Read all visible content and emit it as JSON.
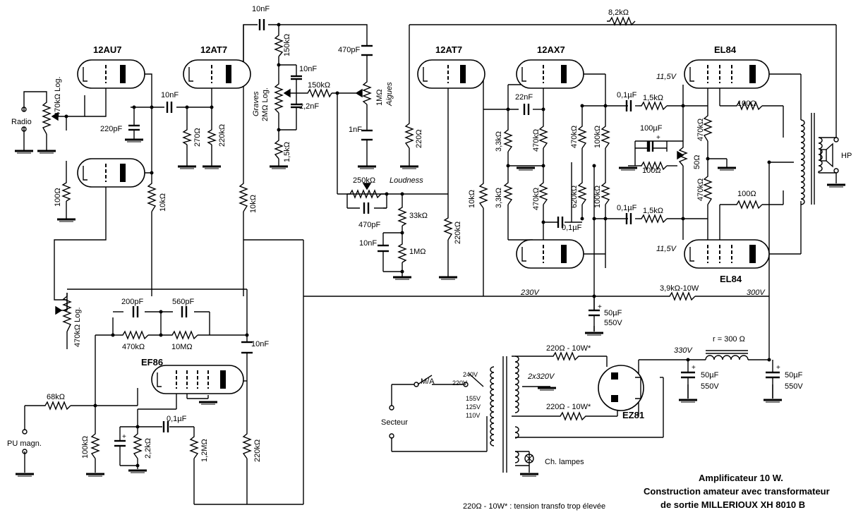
{
  "tubes": {
    "v1": "12AU7",
    "v2": "12AT7",
    "v3": "12AT7",
    "v4": "12AX7",
    "v5": "EL84",
    "v6": "EL84",
    "v7": "EF86",
    "v8": "EZ81"
  },
  "inputs": {
    "radio": "Radio",
    "pu": "PU magn.",
    "secteur": "Secteur",
    "hp": "HP",
    "ma": "M/A",
    "ch_lampes": "Ch. lampes"
  },
  "components": {
    "vol_radio": "470kΩ Log.",
    "c_10nF_1": "10nF",
    "c_220pF": "220pF",
    "r_270": "270Ω",
    "r_220k_1": "220kΩ",
    "r_100_1": "100Ω",
    "r_10k_1": "10kΩ",
    "r_10k_2": "10kΩ",
    "c_10nF_top": "10nF",
    "r_150k_1": "150kΩ",
    "c_10nF_2": "10nF",
    "pot_graves": "Graves",
    "pot_graves_val": "2MΩ Log.",
    "c_2_2nF": "2,2nF",
    "r_1_5k_1": "1,5kΩ",
    "r_150k_2": "150kΩ",
    "c_470pF_1": "470pF",
    "pot_aigues": "1MΩ",
    "aigues": "Aigues",
    "c_1nF": "1nF",
    "r_220_2": "220Ω",
    "pot_loudness": "250kΩ",
    "loudness": "Loudness",
    "c_470pF_2": "470pF",
    "r_33k": "33kΩ",
    "c_10nF_3": "10nF",
    "r_1M": "1MΩ",
    "r_220k_2": "220kΩ",
    "r_10k_3": "10kΩ",
    "c_22nF": "22nF",
    "r_3_3k_1": "3,3kΩ",
    "r_470k_1": "470kΩ",
    "r_3_3k_2": "3,3kΩ",
    "r_470k_2": "470kΩ",
    "r_470k_3": "470kΩ",
    "r_100k_1": "100kΩ",
    "r_620k": "620kΩ",
    "r_100k_2": "100kΩ",
    "c_0_1_1": "0,1µF",
    "c_0_1_2": "0,1µF",
    "r_1_5k_2": "1,5kΩ",
    "c_0_1_3": "0,1µF",
    "r_1_5k_3": "1,5kΩ",
    "c_100uF": "100µF",
    "r_100_2": "100Ω",
    "pot_50": "50Ω",
    "r_470k_4": "470kΩ",
    "r_470k_5": "470kΩ",
    "r_100_3": "100Ω",
    "r_100_4": "100Ω",
    "v_11_5_a": "11,5V",
    "v_11_5_b": "11,5V",
    "r_8_2k": "8,2kΩ",
    "v_230": "230V",
    "r_3_9k": "3,9kΩ-10W",
    "v_300": "300V",
    "c_50uF_1a": "50µF",
    "c_50uF_1b": "550V",
    "vol_pu": "470kΩ Log.",
    "c_200pF": "200pF",
    "c_560pF": "560pF",
    "r_470k_6": "470kΩ",
    "r_10M": "10MΩ",
    "c_10nF_4": "10nF",
    "r_68k": "68kΩ",
    "r_100k_3": "100kΩ",
    "r_2_2k": "2,2kΩ",
    "c_0_1_4": "0,1µF",
    "r_1_2M": "1,2MΩ",
    "r_220k_3": "220kΩ",
    "tap_240": "240V",
    "tap_220": "220V",
    "tap_155": "155V",
    "tap_125": "125V",
    "tap_110": "110V",
    "sec_2x320": "2x320V",
    "r_220_10w_a": "220Ω - 10W*",
    "r_220_10w_b": "220Ω - 10W*",
    "v_330": "330V",
    "choke": "r = 300 Ω",
    "c_50uF_2a": "50µF",
    "c_50uF_2b": "550V",
    "c_50uF_3a": "50µF",
    "c_50uF_3b": "550V"
  },
  "notes": {
    "footnote": "220Ω - 10W* : tension transfo trop élevée",
    "title1": "Amplificateur 10 W.",
    "title2": "Construction amateur avec transformateur",
    "title3": "de sortie MILLERIOUX  XH 8010 B"
  }
}
